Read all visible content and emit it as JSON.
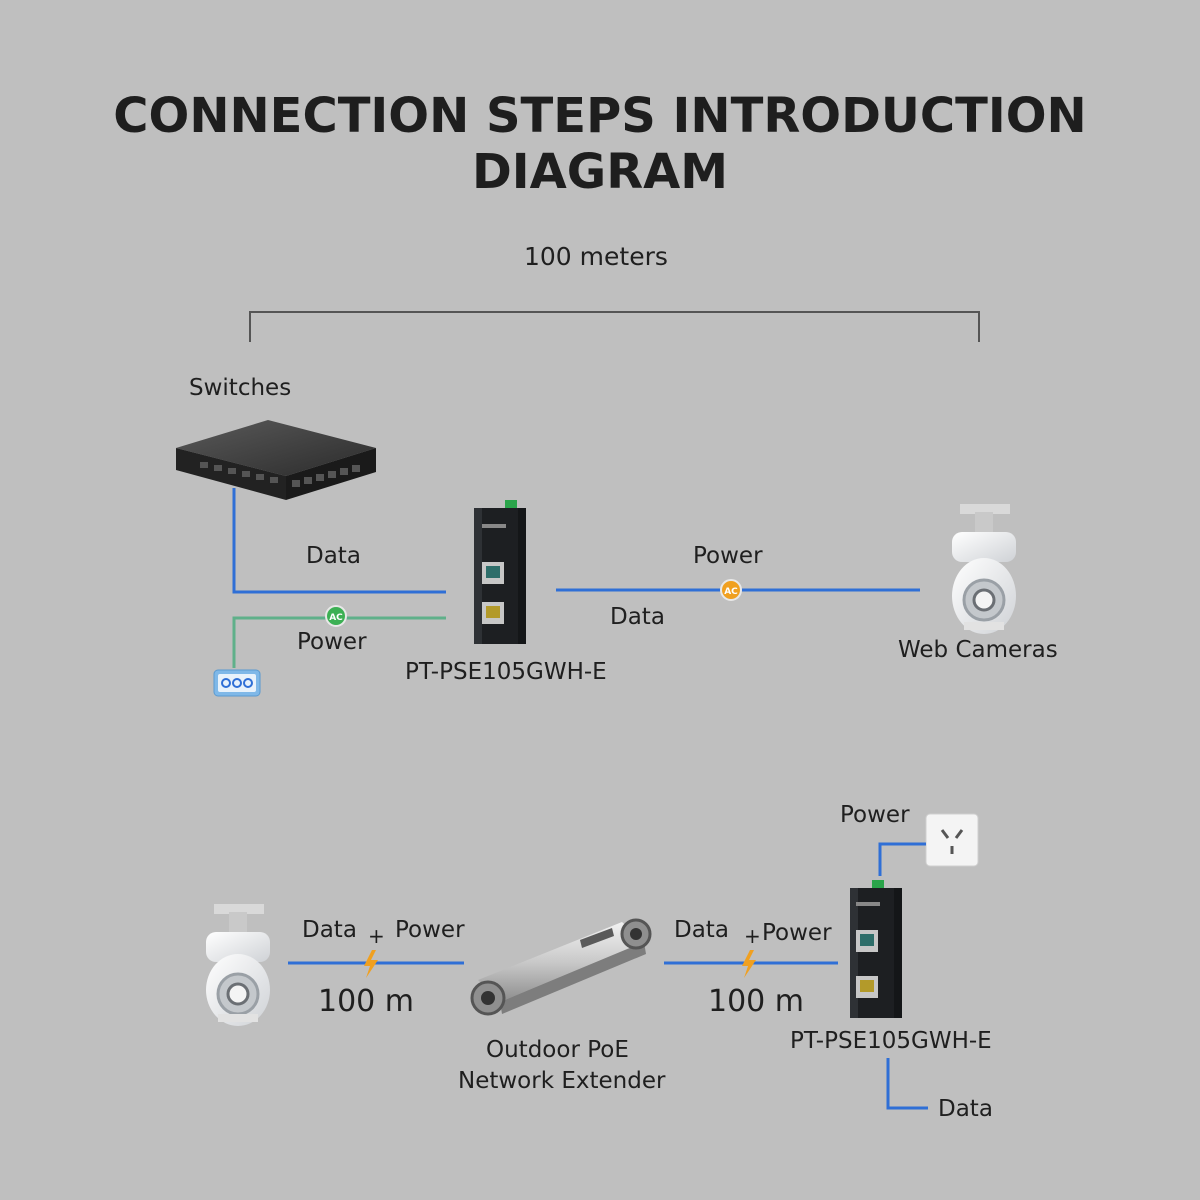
{
  "title": "CONNECTION STEPS INTRODUCTION DIAGRAM",
  "top_section": {
    "distance_label": "100 meters",
    "switch_label": "Switches",
    "data_label_left": "Data",
    "power_label_left": "Power",
    "device_label": "PT-PSE105GWH-E",
    "power_label_right": "Power",
    "data_label_right": "Data",
    "camera_label": "Web Cameras",
    "ac_badge": "AC"
  },
  "bottom_section": {
    "power_label_outlet": "Power",
    "data_left": "Data",
    "plus_left": "+",
    "power_left": "Power",
    "distance_left": "100 m",
    "extender_label_line1": "Outdoor PoE",
    "extender_label_line2": "Network Extender",
    "data_right": "Data",
    "plus_right": "+",
    "power_right": "Power",
    "distance_right": "100 m",
    "device_label": "PT-PSE105GWH-E",
    "data_down": "Data"
  },
  "colors": {
    "background": "#bfbfbf",
    "data_line": "#2f6fd6",
    "power_line": "#5fb08a",
    "lightning": "#f0a020",
    "bracket": "#555555"
  }
}
